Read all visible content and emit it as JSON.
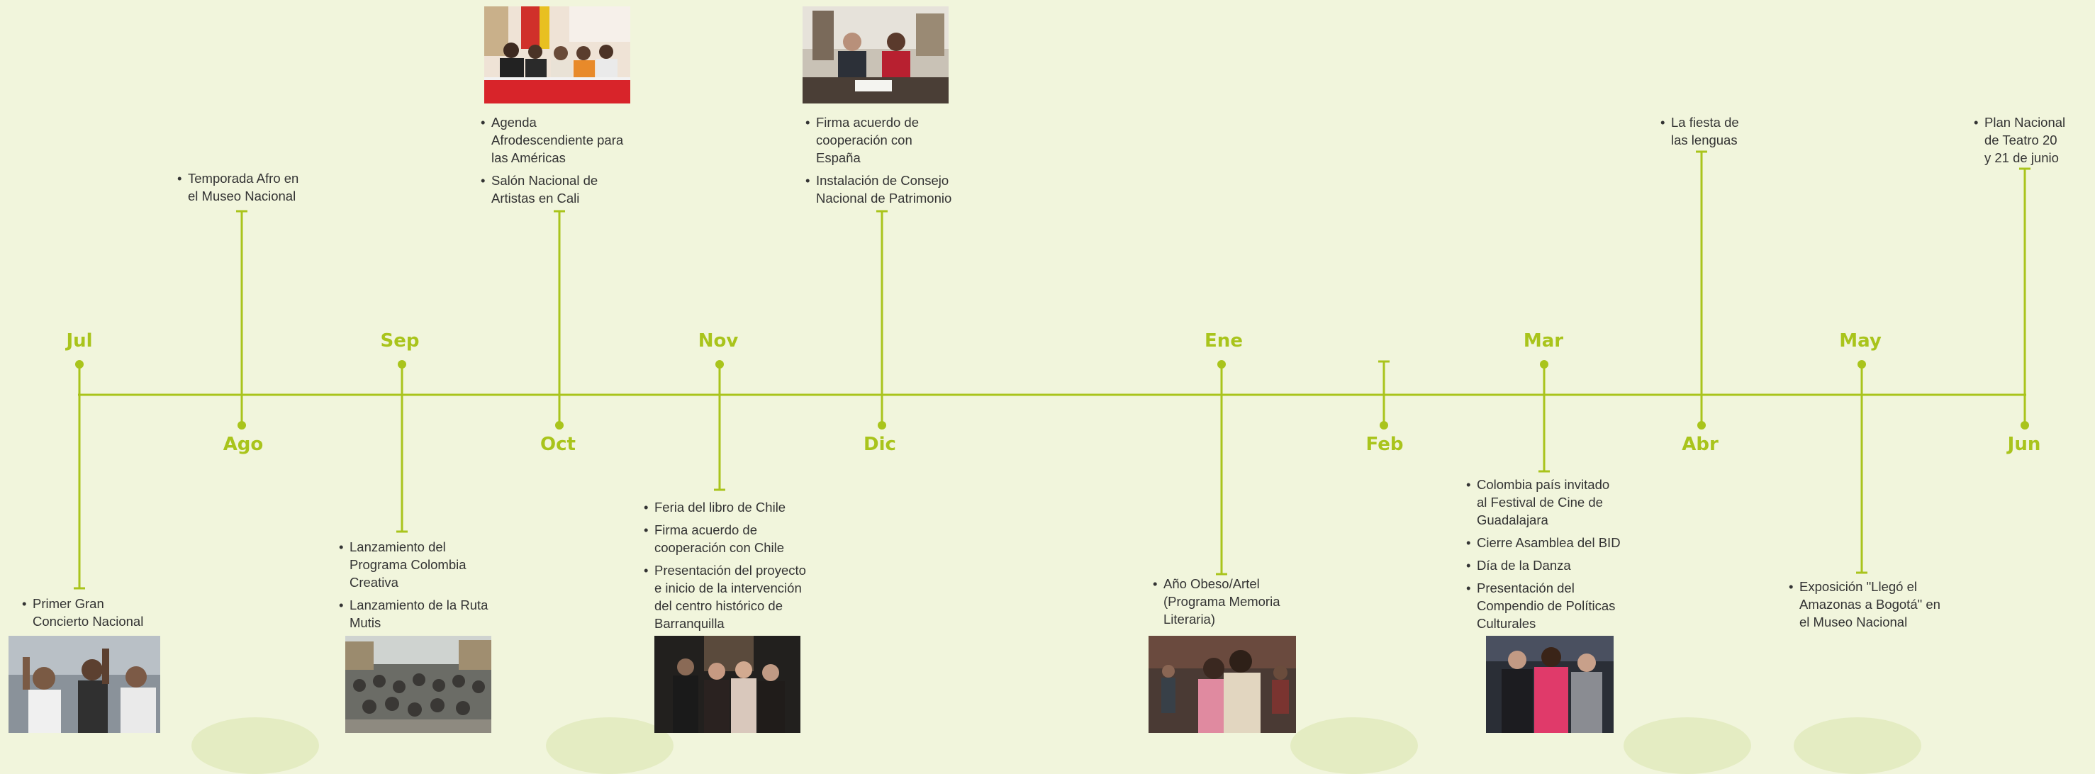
{
  "colors": {
    "background": "#f1f5dc",
    "accent": "#a9c41c",
    "text": "#333333"
  },
  "months": {
    "jul": "Jul",
    "ago": "Ago",
    "sep": "Sep",
    "oct": "Oct",
    "nov": "Nov",
    "dic": "Dic",
    "ene": "Ene",
    "feb": "Feb",
    "mar": "Mar",
    "abr": "Abr",
    "may": "May",
    "jun": "Jun"
  },
  "events": {
    "jul": [
      "Primer Gran\nConcierto Nacional"
    ],
    "ago": [
      "Temporada Afro en\nel Museo Nacional"
    ],
    "sep": [
      "Lanzamiento del\nPrograma Colombia\nCreativa",
      "Lanzamiento de la Ruta\nMutis"
    ],
    "oct": [
      "Agenda\nAfrodescendiente para\nlas Américas",
      "Salón Nacional de\nArtistas en Cali"
    ],
    "nov": [
      "Feria del libro de Chile",
      "Firma acuerdo de\ncooperación con Chile",
      "Presentación del proyecto\ne inicio de la intervención\ndel centro histórico de\nBarranquilla"
    ],
    "dic": [
      "Firma acuerdo de\ncooperación con\nEspaña",
      "Instalación de Consejo\nNacional de Patrimonio"
    ],
    "ene": [
      "Año Obeso/Artel\n(Programa Memoria\nLiteraria)"
    ],
    "mar": [
      "Colombia país invitado\nal Festival de Cine de\nGuadalajara",
      "Cierre Asamblea del BID",
      "Día de la Danza",
      "Presentación del\nCompendio de Políticas\nCulturales"
    ],
    "abr": [
      "La fiesta de\nlas lenguas"
    ],
    "may": [
      "Exposición \"Llegó el\nAmazonas a Bogotá\" en\nel Museo Nacional"
    ],
    "jun": [
      "Plan Nacional\nde Teatro 20\ny 21 de junio"
    ]
  }
}
